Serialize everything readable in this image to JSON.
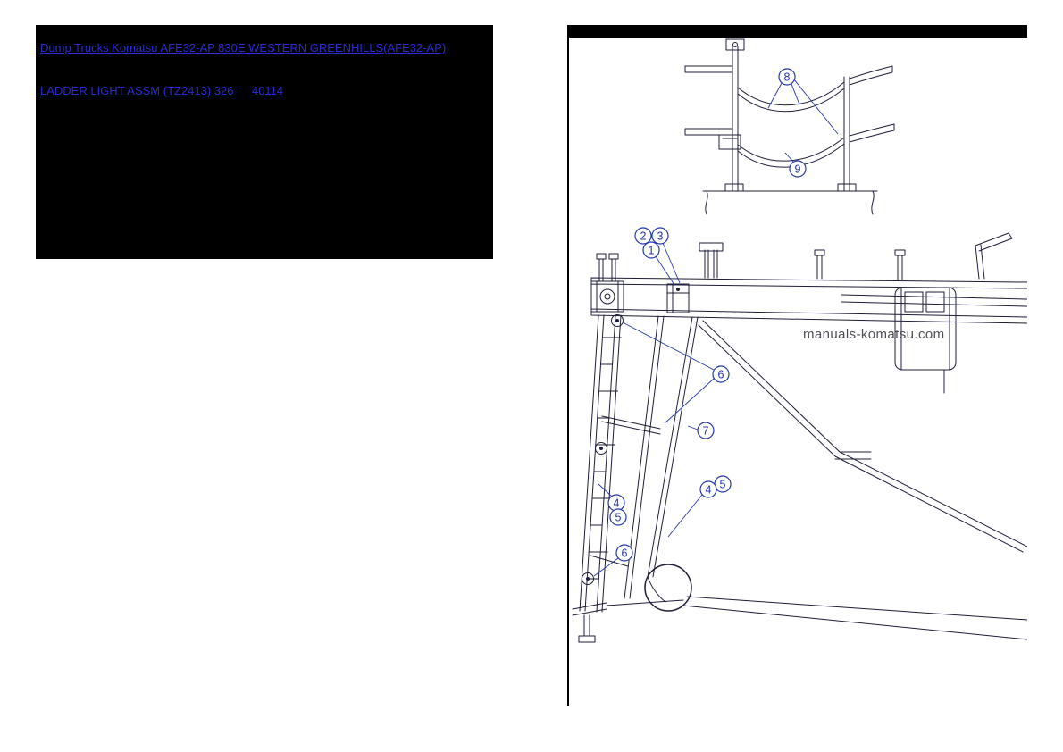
{
  "colors": {
    "link_color": "#2b2bd0",
    "callout_color": "#2336a8",
    "line_color": "#1d1d38",
    "watermark_color": "#4e4e57",
    "panel_bg": "#000000"
  },
  "info_panel": {
    "breadcrumb_link": "Dump Trucks Komatsu AFE32-AP 830E WESTERN GREENHILLS(AFE32-AP)",
    "section_link": "LADDER LIGHT ASSM (TZ2413) 326",
    "page_link": "40114"
  },
  "diagram": {
    "watermark": "manuals-komatsu.com",
    "callouts": {
      "c1": "1",
      "c2": "2",
      "c3": "3",
      "c4a": "4",
      "c5a": "5",
      "c4b": "4",
      "c5b": "5",
      "c6a": "6",
      "c6b": "6",
      "c7": "7",
      "c8": "8",
      "c9": "9"
    }
  }
}
